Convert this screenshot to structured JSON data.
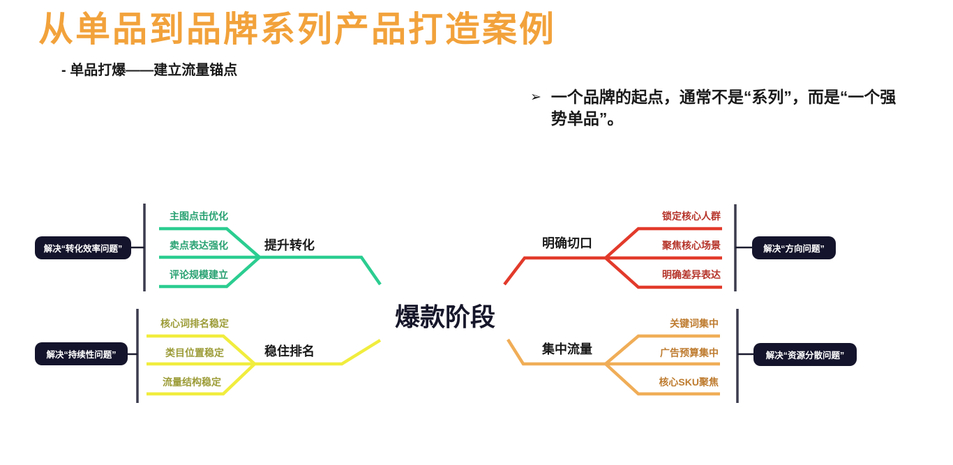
{
  "slide": {
    "title": "从单品到品牌系列产品打造案例",
    "subtitle": "- 单品打爆——建立流量锚点",
    "bullet_marker": "➢",
    "bullet_text": "一个品牌的起点，通常不是“系列”，而是“一个强势单品”。"
  },
  "mindmap": {
    "center_label": "爆款阶段",
    "branches": [
      {
        "id": "convert",
        "label": "提升转化",
        "solve": "解决“转化效率问题”",
        "line_color": "#2BCD90",
        "item_text_color": "#2AA273",
        "items": [
          "主图点击优化",
          "卖点表达强化",
          "评论规模建立"
        ]
      },
      {
        "id": "rank",
        "label": "稳住排名",
        "solve": "解决“持续性问题”",
        "line_color": "#F1ED3E",
        "item_text_color": "#9C9C39",
        "items": [
          "核心词排名稳定",
          "类目位置稳定",
          "流量结构稳定"
        ]
      },
      {
        "id": "cut",
        "label": "明确切口",
        "solve": "解决“方向问题”",
        "line_color": "#E23A2B",
        "item_text_color": "#B5342A",
        "items": [
          "锁定核心人群",
          "聚焦核心场景",
          "明确差异表达"
        ]
      },
      {
        "id": "flow",
        "label": "集中流量",
        "solve": "解决“资源分散问题”",
        "line_color": "#F0AD57",
        "item_text_color": "#BE7C30",
        "items": [
          "关键词集中",
          "广告预算集中",
          "核心SKU聚焦"
        ]
      }
    ]
  },
  "colors": {
    "title": "#F2A23B",
    "body_text": "#1A1A1A",
    "center_text": "#17172B",
    "pill_bg": "#14142C",
    "pill_text": "#FFFFFF",
    "bar": "#3C3C4E",
    "connector": "#1B1B2F",
    "background": "#FFFFFF"
  }
}
